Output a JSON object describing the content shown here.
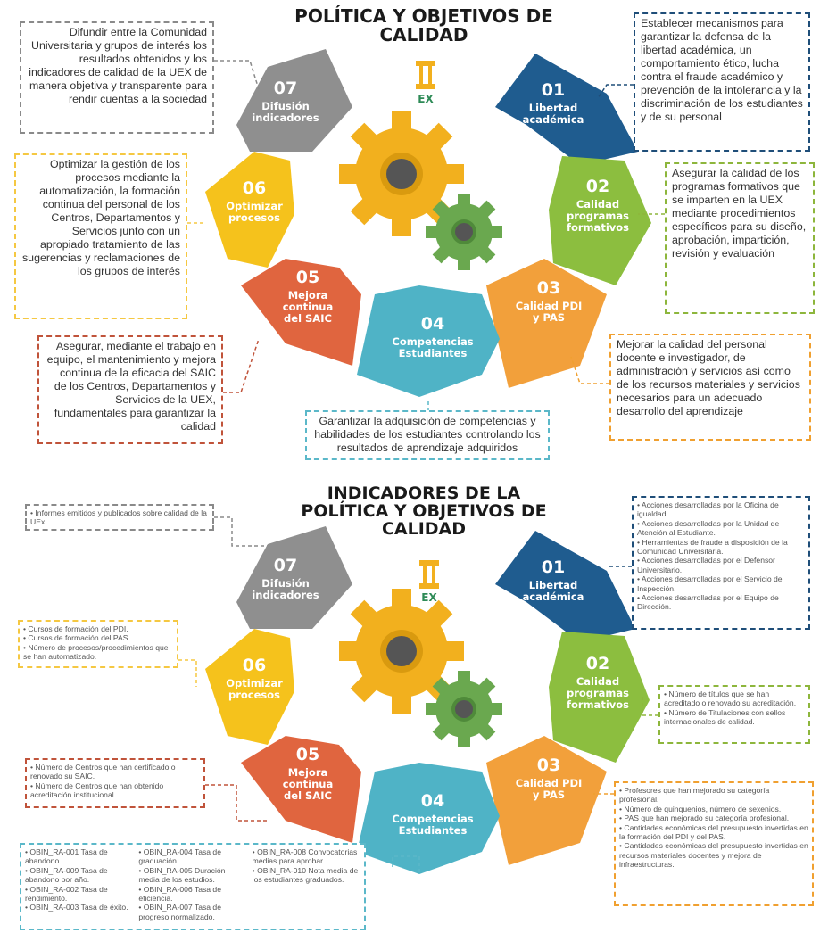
{
  "diagram1": {
    "title": "POLÍTICA Y OBJETIVOS DE CALIDAD",
    "segments": [
      {
        "num": "01",
        "label": "Libertad\nacadémica",
        "color": "#1f5c8f"
      },
      {
        "num": "02",
        "label": "Calidad\nprogramas\nformativos",
        "color": "#8cbe3f"
      },
      {
        "num": "03",
        "label": "Calidad PDI\ny PAS",
        "color": "#f2a03b"
      },
      {
        "num": "04",
        "label": "Competencias\nEstudiantes",
        "color": "#4fb3c6"
      },
      {
        "num": "05",
        "label": "Mejora\ncontinua\ndel SAIC",
        "color": "#e0653f"
      },
      {
        "num": "06",
        "label": "Optimizar\nprocesos",
        "color": "#f5c21c"
      },
      {
        "num": "07",
        "label": "Difusión\nindicadores",
        "color": "#8f8f8f"
      }
    ],
    "descriptions": {
      "d01": "Establecer mecanismos para garantizar la defensa de la libertad académica, un comportamiento ético, lucha contra el fraude académico y prevención de la intolerancia y la discriminación de los estudiantes y de su personal",
      "d02": "Asegurar la calidad de los programas formativos que se imparten en la UEX mediante procedimientos específicos para su diseño, aprobación, impartición, revisión y evaluación",
      "d03": "Mejorar la calidad del personal docente e investigador, de administración y servicios así como de los recursos materiales y servicios necesarios para un adecuado desarrollo del aprendizaje",
      "d04": "Garantizar la adquisición de competencias y habilidades de los estudiantes controlando los resultados de aprendizaje adquiridos",
      "d05": "Asegurar, mediante el trabajo en equipo, el mantenimiento y mejora continua de la eficacia del SAIC de los Centros, Departamentos y Servicios de la UEX, fundamentales para garantizar la calidad",
      "d06": "Optimizar la gestión de los procesos mediante la automatización, la formación continua del personal de los Centros, Departamentos y Servicios junto con un apropiado tratamiento de las sugerencias y reclamaciones de los grupos de interés",
      "d07": "Difundir entre la Comunidad Universitaria y grupos de interés los resultados obtenidos y los indicadores de calidad de la UEX de manera objetiva y transparente para rendir cuentas a la sociedad"
    }
  },
  "diagram2": {
    "title": "INDICADORES DE LA POLÍTICA Y OBJETIVOS DE CALIDAD",
    "indicators": {
      "i01": [
        "Acciones desarrolladas por la Oficina de igualdad.",
        "Acciones desarrolladas por la Unidad de Atención al Estudiante.",
        "Herramientas de fraude a disposición de la Comunidad Universitaria.",
        "Acciones desarrolladas por el Defensor Universitario.",
        "Acciones desarrolladas por el Servicio de Inspección.",
        "Acciones desarrolladas por el Equipo de Dirección."
      ],
      "i02": [
        "Número de títulos que se han acreditado o renovado su acreditación.",
        "Número de Titulaciones con sellos internacionales de calidad."
      ],
      "i03": [
        "Profesores que han mejorado su categoría profesional.",
        "Número de quinquenios, número de sexenios.",
        "PAS que han mejorado su categoría profesional.",
        "Cantidades económicas del presupuesto invertidas en la formación del PDI y del PAS.",
        "Cantidades económicas del presupuesto invertidas en recursos materiales docentes y mejora de infraestructuras."
      ],
      "i04_col1": [
        "OBIN_RA-001 Tasa de abandono.",
        "OBIN_RA-009 Tasa de abandono por año.",
        "OBIN_RA-002 Tasa de rendimiento.",
        "OBIN_RA-003 Tasa de éxito."
      ],
      "i04_col2": [
        "OBIN_RA-004 Tasa de graduación.",
        "OBIN_RA-005 Duración media de los estudios.",
        "OBIN_RA-006 Tasa de eficiencia.",
        "OBIN_RA-007 Tasa de progreso normalizado."
      ],
      "i04_col3": [
        "OBIN_RA-008 Convocatorias medias para aprobar.",
        "OBIN_RA-010 Nota media de los estudiantes graduados."
      ],
      "i05": [
        "Número de Centros que han certificado o renovado su SAIC.",
        "Número de Centros que han obtenido acreditación institucional."
      ],
      "i06": [
        "Cursos de formación del PDI.",
        "Cursos de formación del PAS.",
        "Número de procesos/procedimientos que se han automatizado."
      ],
      "i07": [
        "Informes emitidos y publicados sobre calidad de la UEx."
      ]
    }
  },
  "logo": {
    "text": "EX"
  }
}
